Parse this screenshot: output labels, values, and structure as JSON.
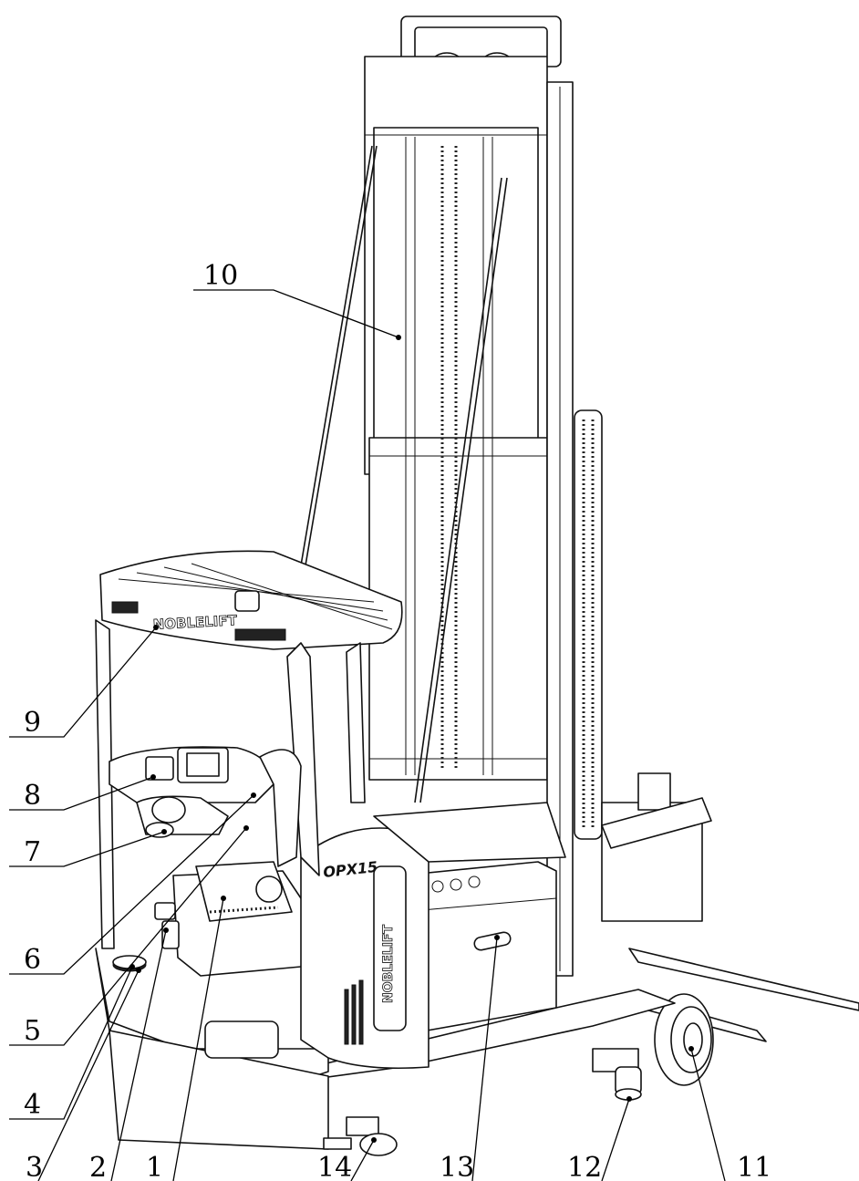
{
  "figure": {
    "brand_text": "NOBLELIFT",
    "model_text": "OPX15"
  },
  "labels": [
    {
      "id": "1",
      "text": "1"
    },
    {
      "id": "2",
      "text": "2"
    },
    {
      "id": "3",
      "text": "3"
    },
    {
      "id": "4",
      "text": "4"
    },
    {
      "id": "5",
      "text": "5"
    },
    {
      "id": "6",
      "text": "6"
    },
    {
      "id": "7",
      "text": "7"
    },
    {
      "id": "8",
      "text": "8"
    },
    {
      "id": "9",
      "text": "9"
    },
    {
      "id": "10",
      "text": "10"
    },
    {
      "id": "11",
      "text": "11"
    },
    {
      "id": "12",
      "text": "12"
    },
    {
      "id": "13",
      "text": "13"
    },
    {
      "id": "14",
      "text": "14"
    }
  ]
}
